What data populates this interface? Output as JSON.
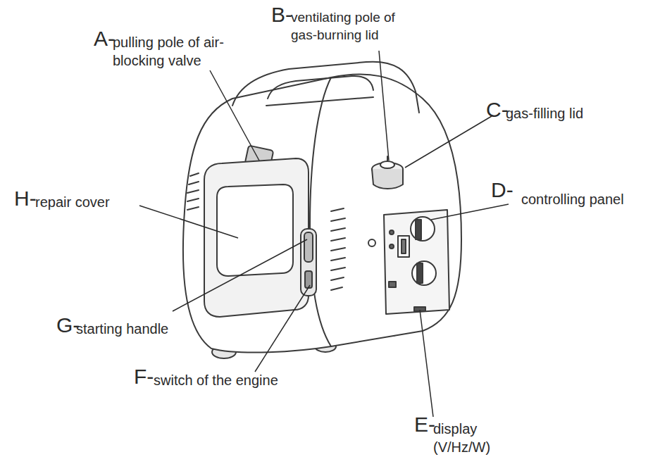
{
  "diagram": {
    "labels": [
      "A-",
      "pulling pole of air-blocking valve",
      "B-",
      "ventilating pole of gas-burning lid",
      "C-",
      "gas-filling lid",
      "D-",
      "controlling panel",
      "E-",
      "display (V/Hz/W)",
      "F-",
      "switch of the engine",
      "G-",
      "starting handle",
      "H-",
      "repair cover"
    ]
  }
}
